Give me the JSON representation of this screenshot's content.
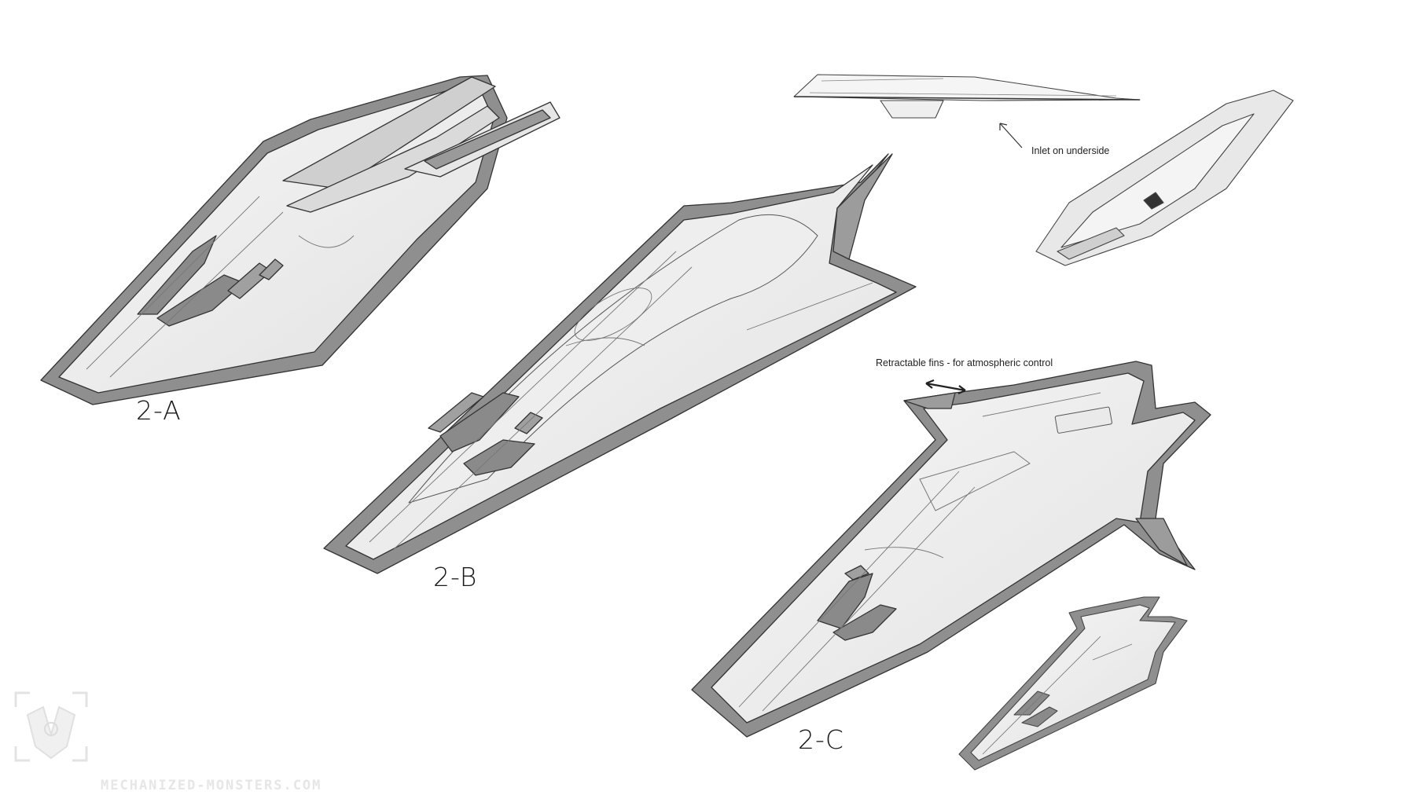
{
  "labels": {
    "ship_a": "2-A",
    "ship_b": "2-B",
    "ship_c": "2-C",
    "inlet_note": "Inlet on underside",
    "fins_note": "Retractable fins - for atmospheric control"
  },
  "watermark": {
    "text": "MECHANIZED-MONSTERS.COM"
  },
  "colors": {
    "paper": "#ffffff",
    "hull_light": "#f1f1f1",
    "hull_dark": "#8d8d8d",
    "line": "#3a3a3a"
  }
}
